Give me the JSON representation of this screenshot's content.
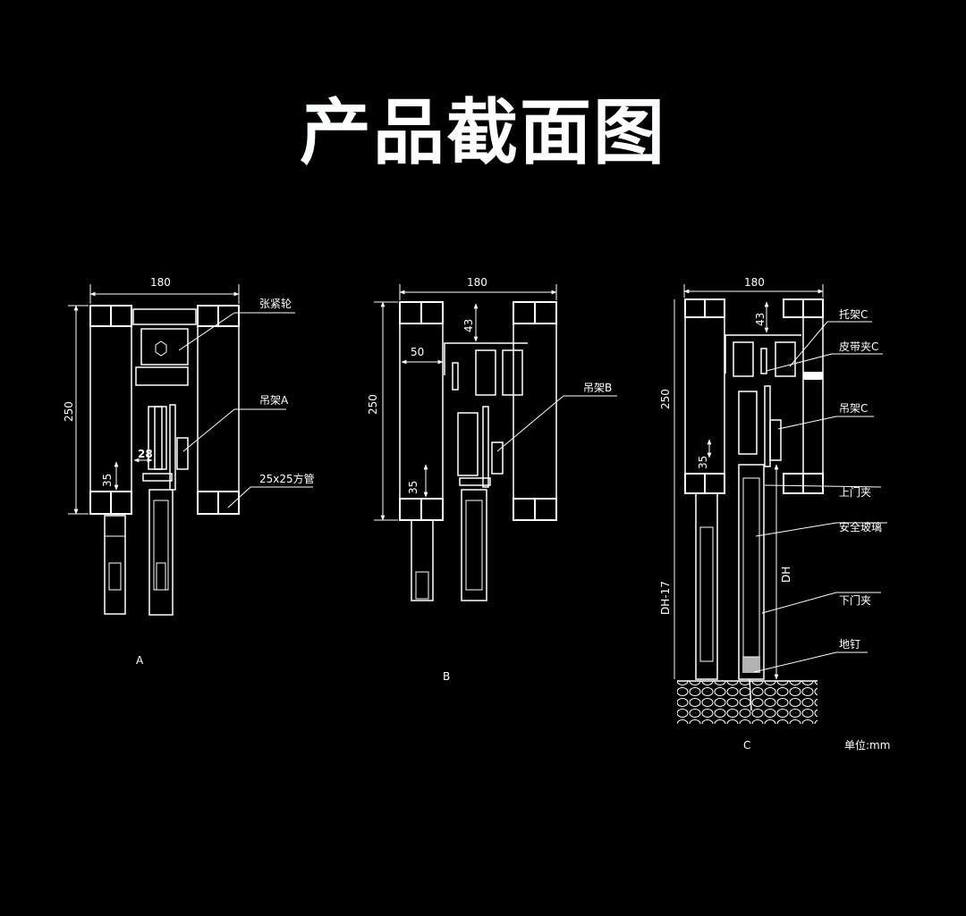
{
  "title": "产品截面图",
  "diagram_a": {
    "width_dim": "180",
    "height_dim": "250",
    "dim_28": "28",
    "dim_35": "35",
    "label_tension_wheel": "张紧轮",
    "label_hanger": "吊架A",
    "label_tube": "25x25方管",
    "caption": "A"
  },
  "diagram_b": {
    "width_dim": "180",
    "height_dim": "250",
    "dim_43": "43",
    "dim_50": "50",
    "dim_35": "35",
    "label_hanger": "吊架B",
    "caption": "B"
  },
  "diagram_c": {
    "width_dim": "180",
    "height_dim": "250",
    "dim_43": "43",
    "dim_35": "35",
    "dim_dh17": "DH-17",
    "dim_dh": "DH",
    "labels": [
      "托架C",
      "皮带夹C",
      "吊架C",
      "上门夹",
      "安全玻璃",
      "下门夹",
      "地钉"
    ],
    "caption": "C"
  },
  "unit": "单位:mm"
}
